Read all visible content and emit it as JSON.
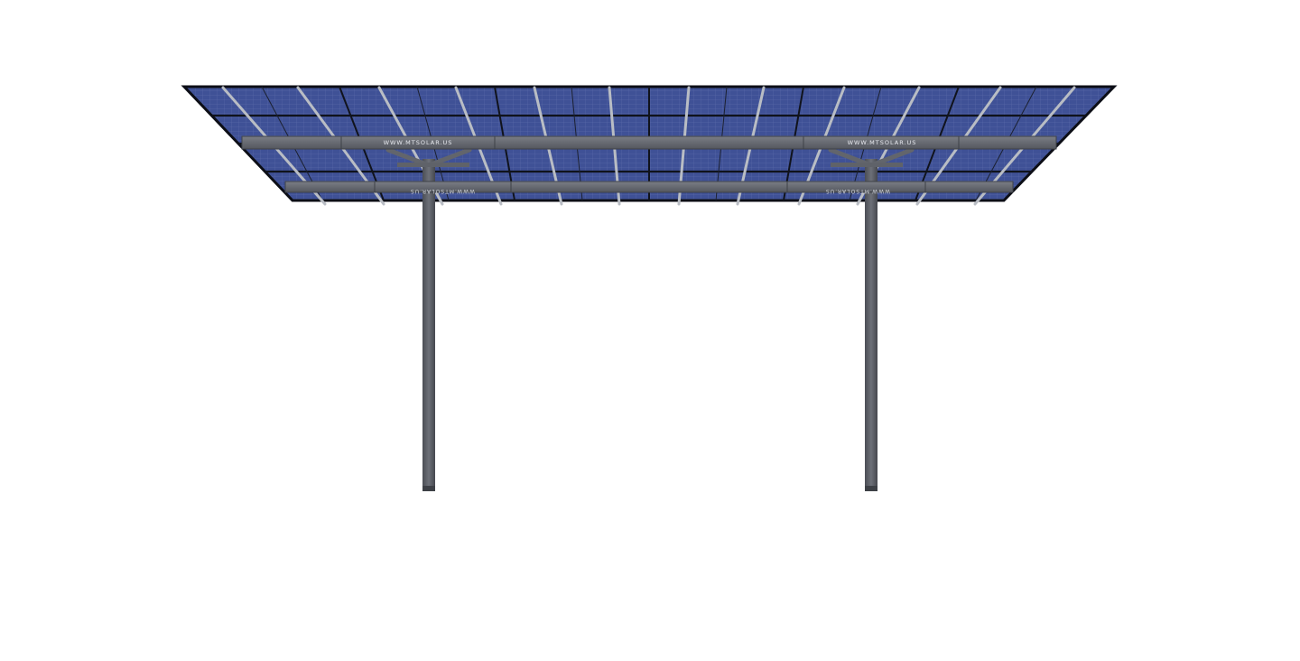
{
  "image": {
    "subject": "",
    "background_color": "#ffffff"
  },
  "beam_labels": {
    "front_left": "WWW.MTSOLAR.US",
    "front_right": "WWW.MTSOLAR.US",
    "rear_left_mirrored": "WWW.MTSOLAR.US",
    "rear_right_mirrored": "WWW.MTSOLAR.US"
  },
  "colors": {
    "panel_blue": "#3d4f92",
    "panel_grid": "#141824",
    "steel": "#5b5e66",
    "rail": "#a9adb5"
  }
}
